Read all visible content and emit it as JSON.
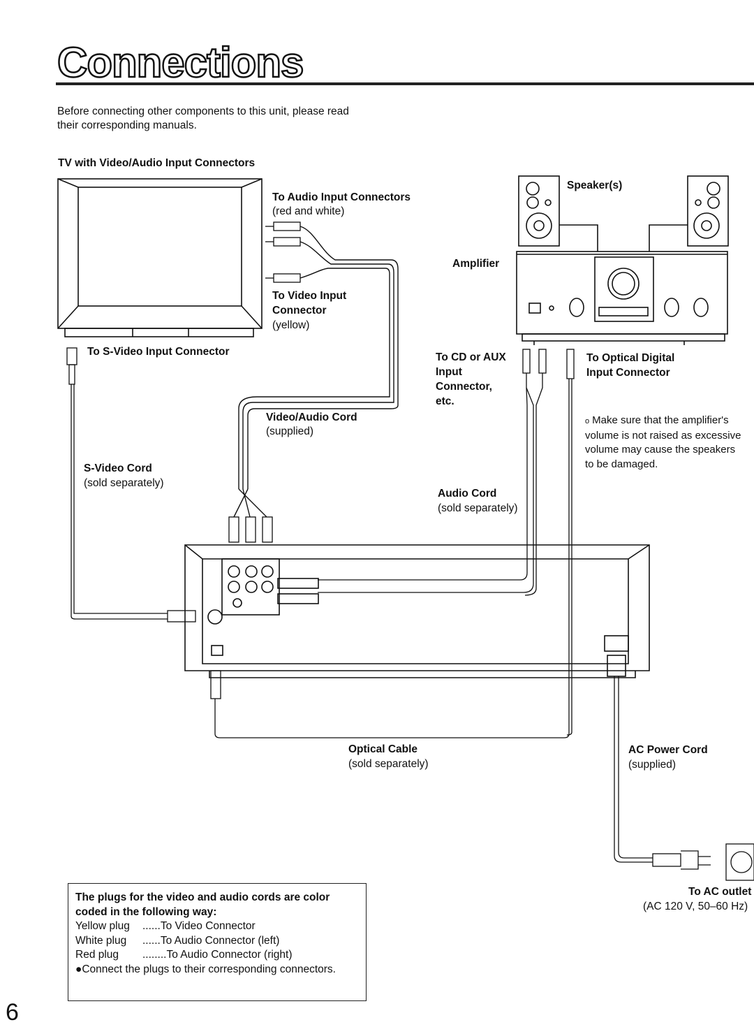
{
  "page": {
    "title": "Connections",
    "intro": "Before connecting other components to this unit, please read their corresponding manuals.",
    "page_number": "6"
  },
  "labels": {
    "tv": "TV with Video/Audio Input Connectors",
    "audio_in_title": "To Audio Input Connectors",
    "audio_in_sub": "(red and white)",
    "video_in_title1": "To Video Input",
    "video_in_title2": "Connector",
    "video_in_sub": "(yellow)",
    "svideo_in": "To S-Video Input Connector",
    "av_cord_title": "Video/Audio Cord",
    "av_cord_sub": "(supplied)",
    "svideo_cord_title": "S-Video Cord",
    "svideo_cord_sub": "(sold separately)",
    "speakers": "Speaker(s)",
    "amplifier": "Amplifier",
    "cd_aux_1": "To CD or AUX",
    "cd_aux_2": "Input",
    "cd_aux_3": "Connector,",
    "cd_aux_4": "etc.",
    "optical_digital_1": "To Optical Digital",
    "optical_digital_2": "Input Connector",
    "audio_cord_title": "Audio Cord",
    "audio_cord_sub": "(sold separately)",
    "optical_cable_title": "Optical Cable",
    "optical_cable_sub": "(sold separately)",
    "ac_cord_title": "AC Power Cord",
    "ac_cord_sub": "(supplied)",
    "ac_outlet_title": "To AC outlet",
    "ac_outlet_sub": "(AC 120 V, 50–60 Hz)"
  },
  "amp_note": {
    "bullet": "o",
    "text": "Make sure that the amplifier's volume is not raised as excessive volume may cause the speakers to be damaged."
  },
  "color_note": {
    "heading": "The plugs for the video and audio cords are color coded in the following way:",
    "rows": [
      {
        "plug": "Yellow plug",
        "dots": "......",
        "target": "To Video Connector"
      },
      {
        "plug": "White plug",
        "dots": "......",
        "target": "To Audio Connector (left)"
      },
      {
        "plug": "Red plug",
        "dots": "........",
        "target": "To Audio Connector (right)"
      }
    ],
    "bullet_text": "●Connect the plugs to their corresponding connectors."
  }
}
